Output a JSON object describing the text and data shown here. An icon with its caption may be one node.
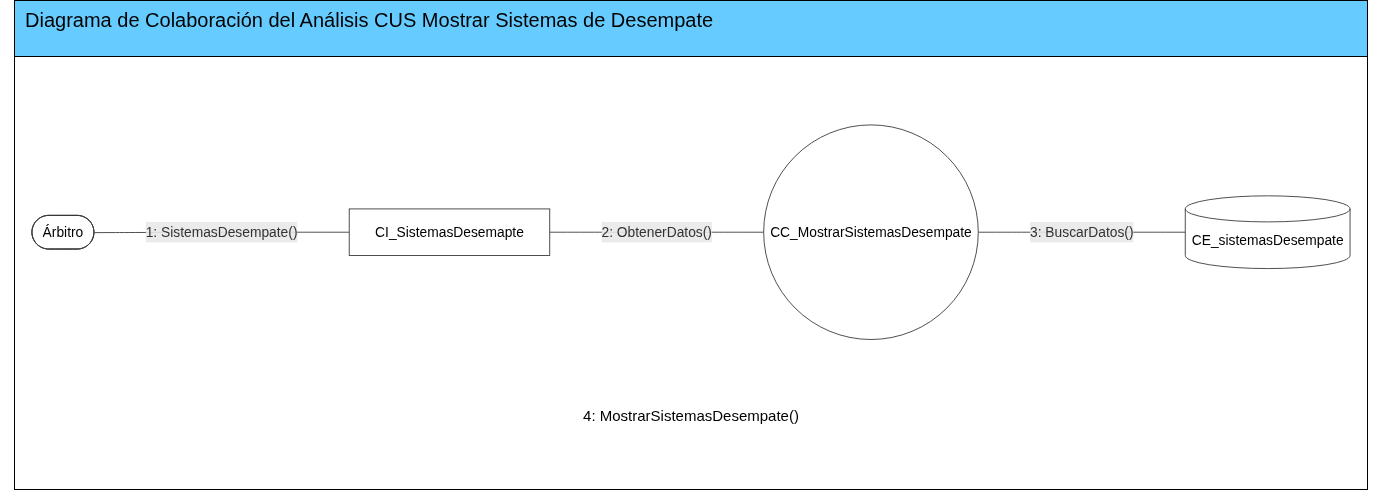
{
  "diagram": {
    "title": "Diagrama de Colaboración del Análisis CUS Mostrar Sistemas de Desempate",
    "nodes": [
      {
        "text": [
          "Árbitro"
        ]
      },
      {
        "text": [
          "CI_SistemasDesemapte"
        ]
      },
      {
        "text": [
          "CC_MostrarSistemasDesempate"
        ]
      },
      {
        "text": [
          "CE_sistemasDesempate"
        ]
      }
    ],
    "edges": [
      {
        "from": 0,
        "to": 1,
        "arrow": "none",
        "label": "1: SistemasDesempate()"
      },
      {
        "from": 1,
        "to": 2,
        "arrow": "none",
        "label": "2: ObtenerDatos()"
      },
      {
        "from": 2,
        "to": 3,
        "arrow": "none",
        "label": "3: BuscarDatos()"
      }
    ],
    "labels": [
      "4: MostrarSistemasDesempate()"
    ]
  }
}
